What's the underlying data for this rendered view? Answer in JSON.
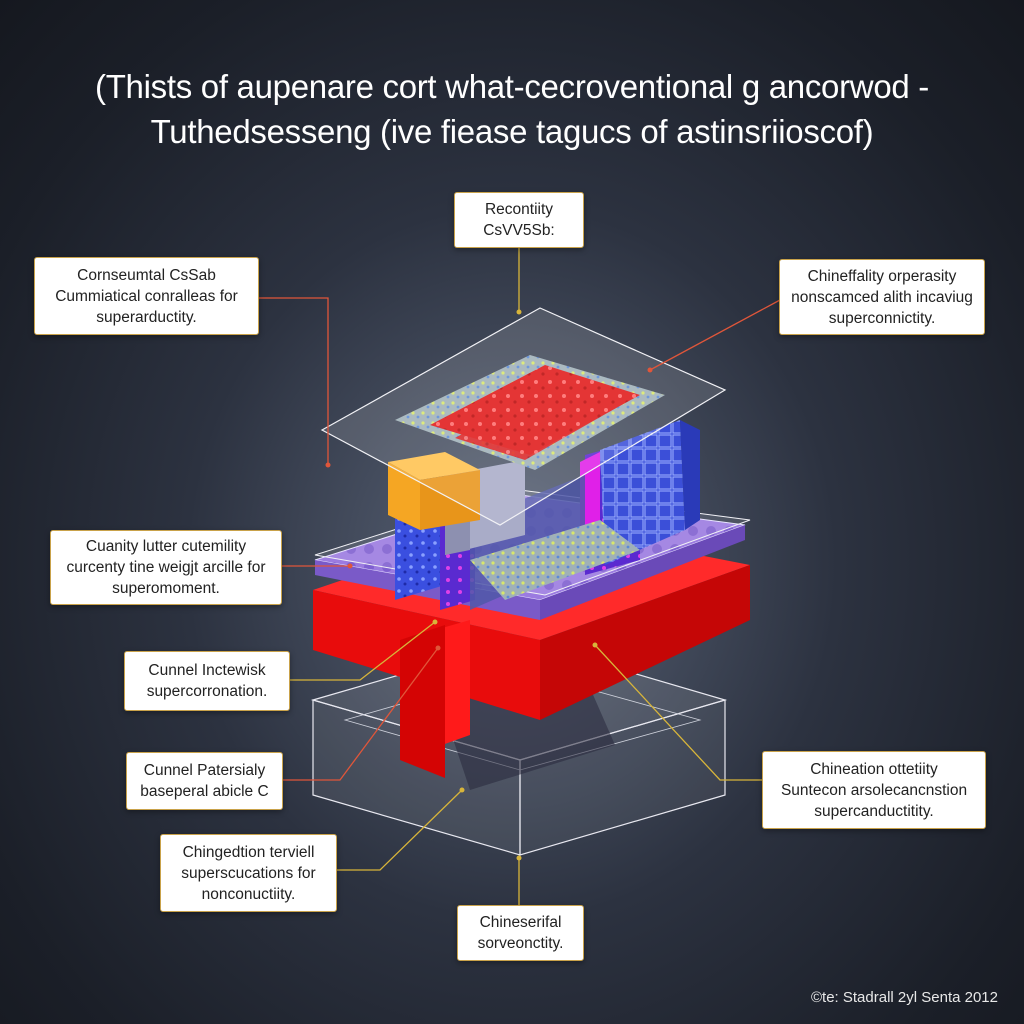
{
  "title": {
    "line1": "(Thists of aupenare cort what-cecroventional g ancorwod -",
    "line2": "Tuthedsesseng (ive fiease tagucs of astinsriioscof)"
  },
  "callouts": {
    "top": {
      "line1": "Recontiity",
      "line2": "CsVV5Sb:"
    },
    "left1": {
      "line1": "Cornseumtal CsSab",
      "line2": "Cummiatical conralleas for",
      "line3": "superarductity."
    },
    "right1": {
      "line1": "Chineffality orperasity",
      "line2": "nonscamced alith incaviug",
      "line3": "superconnictity."
    },
    "left2": {
      "line1": "Cuanity lutter cutemility",
      "line2": "curcenty tine weigjt arcille for",
      "line3": "superomoment."
    },
    "left3": {
      "line1": "Cunnel Inctewisk",
      "line2": "supercorronation."
    },
    "left4": {
      "line1": "Cunnel Patersialy",
      "line2": "baseperal abicle C"
    },
    "right2": {
      "line1": "Chineation ottetiity",
      "line2": "Suntecon arsolecancnstion",
      "line3": "supercanductitity."
    },
    "left5": {
      "line1": "Chingedtion terviell",
      "line2": "superscucations for",
      "line3": "nonconuctiity."
    },
    "bottom": {
      "line1": "Chineserifal",
      "line2": "sorveonctity."
    }
  },
  "footer": "©te: Stadrall 2yl Senta 2012",
  "colors": {
    "red": "#e80c0c",
    "orange": "#f5a623",
    "blue": "#3a4fe0",
    "purple": "#8f6ad8",
    "leader_yellow": "#d8b53a",
    "leader_red": "#e0563a"
  }
}
